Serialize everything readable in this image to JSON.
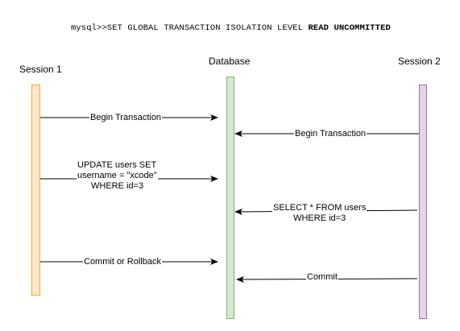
{
  "header": {
    "command_prefix": "mysql>>SET GLOBAL TRANSACTION ISOLATION LEVEL ",
    "command_bold": "READ UNCOMMITTED"
  },
  "participants": {
    "session1": {
      "label": "Session 1",
      "color": "#F9A825",
      "fill": "#FFE6CC"
    },
    "database": {
      "label": "Database",
      "color": "#82B366",
      "fill": "#D5E8D4"
    },
    "session2": {
      "label": "Session 2",
      "color": "#9673A6",
      "fill": "#E1D5E7"
    }
  },
  "messages": [
    {
      "id": "begin1",
      "lines": [
        "Begin Transaction"
      ]
    },
    {
      "id": "begin2",
      "lines": [
        "Begin Transaction"
      ]
    },
    {
      "id": "update",
      "lines": [
        "UPDATE users SET",
        "username = \"xcode\"",
        "WHERE id=3"
      ]
    },
    {
      "id": "select",
      "lines": [
        "SELECT * FROM users",
        "WHERE id=3"
      ]
    },
    {
      "id": "commit1",
      "lines": [
        "Commit or Rollback"
      ]
    },
    {
      "id": "commit2",
      "lines": [
        "Commit"
      ]
    }
  ]
}
